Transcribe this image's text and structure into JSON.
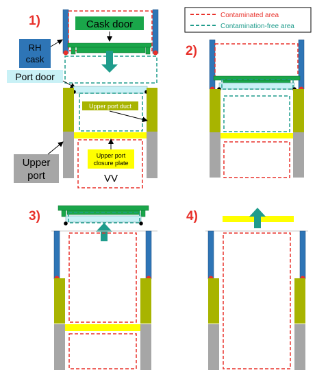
{
  "panels": {
    "p1": "1)",
    "p2": "2)",
    "p3": "3)",
    "p4": "4)"
  },
  "legend": {
    "contaminated": "Contaminated area",
    "free": "Contamination-free area"
  },
  "labels": {
    "cask_door": "Cask door",
    "rh_cask_line1": "RH",
    "rh_cask_line2": "cask",
    "port_door": "Port door",
    "upper_port_duct": "Upper port duct",
    "upper_port_line1": "Upper",
    "upper_port_line2": "port",
    "closure_plate_line1": "Upper port",
    "closure_plate_line2": "closure plate",
    "vv": "VV"
  },
  "colors": {
    "blue": "#2e75b6",
    "green": "#1aa64a",
    "lightblue": "#c9f1f6",
    "olive": "#a8b400",
    "gray": "#a6a6a6",
    "yellow": "#ffff00",
    "red_dash": "#e8302a",
    "teal_dash": "#1f9c8c",
    "arrow_teal": "#1f9c8c"
  }
}
